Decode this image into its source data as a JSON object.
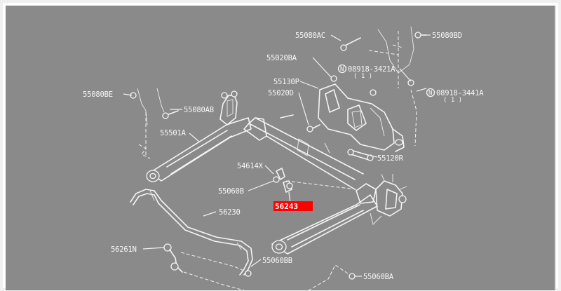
{
  "diagram": {
    "colors": {
      "background": "#8a8a8a",
      "line": "#f2f2f2",
      "highlight": "#ff0000"
    },
    "labels": {
      "p55080AC": "55080AC",
      "p55080BD": "55080BD",
      "p55020BA": "55020BA",
      "p08918_3421A": "08918-3421A",
      "q08918_3421A": "( 1 )",
      "p55130P": "55130P",
      "p08918_3441A": "08918-3441A",
      "q08918_3441A": "( 1 )",
      "p55080BE": "55080BE",
      "p55020D": "55020D",
      "p55080AB": "55080AB",
      "p55501A": "55501A",
      "p55120R": "55120R",
      "p54614X": "54614X",
      "p55060B": "55060B",
      "p56243": "56243",
      "p56230": "56230",
      "p56261N": "56261N",
      "p55060BB": "55060BB",
      "p55060BA": "55060BA"
    },
    "nut_marker_symbol": "N"
  }
}
